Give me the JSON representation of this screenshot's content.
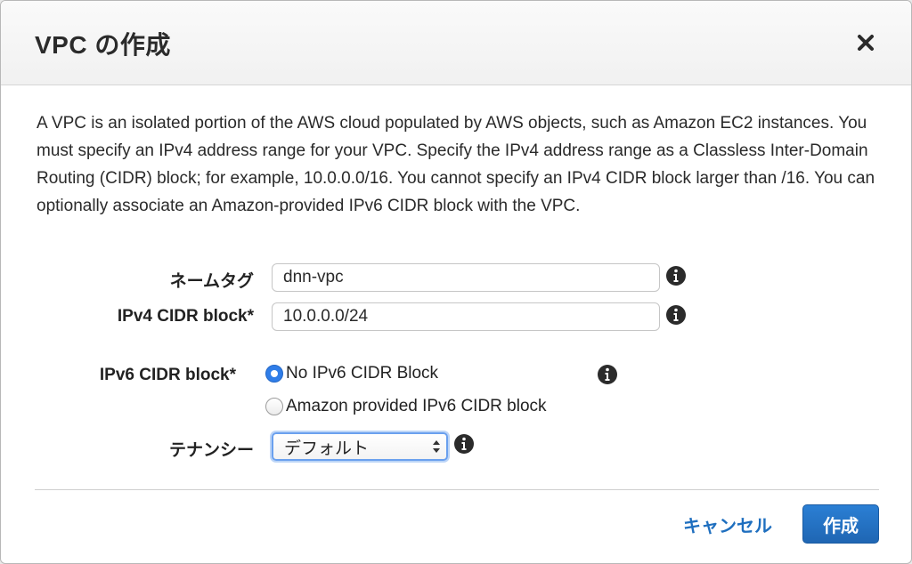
{
  "dialog": {
    "title": "VPC の作成",
    "description": "A VPC is an isolated portion of the AWS cloud populated by AWS objects, such as Amazon EC2 instances. You must specify an IPv4 address range for your VPC. Specify the IPv4 address range as a Classless Inter-Domain Routing (CIDR) block; for example, 10.0.0.0/16. You cannot specify an IPv4 CIDR block larger than /16. You can optionally associate an Amazon-provided IPv6 CIDR block with the VPC."
  },
  "form": {
    "name_tag": {
      "label": "ネームタグ",
      "value": "dnn-vpc"
    },
    "ipv4_cidr": {
      "label": "IPv4 CIDR block*",
      "value": "10.0.0.0/24"
    },
    "ipv6_cidr": {
      "label": "IPv6 CIDR block*",
      "options": [
        {
          "label": "No IPv6 CIDR Block",
          "checked": true
        },
        {
          "label": "Amazon provided IPv6 CIDR block",
          "checked": false
        }
      ]
    },
    "tenancy": {
      "label": "テナンシー",
      "selected": "デフォルト"
    }
  },
  "footer": {
    "cancel_label": "キャンセル",
    "create_label": "作成"
  },
  "icons": {
    "close": "close-icon",
    "info": "info-icon"
  },
  "colors": {
    "primary_button": "#1f66b3",
    "link": "#1f6fbf",
    "radio_checked": "#2f7de8"
  }
}
